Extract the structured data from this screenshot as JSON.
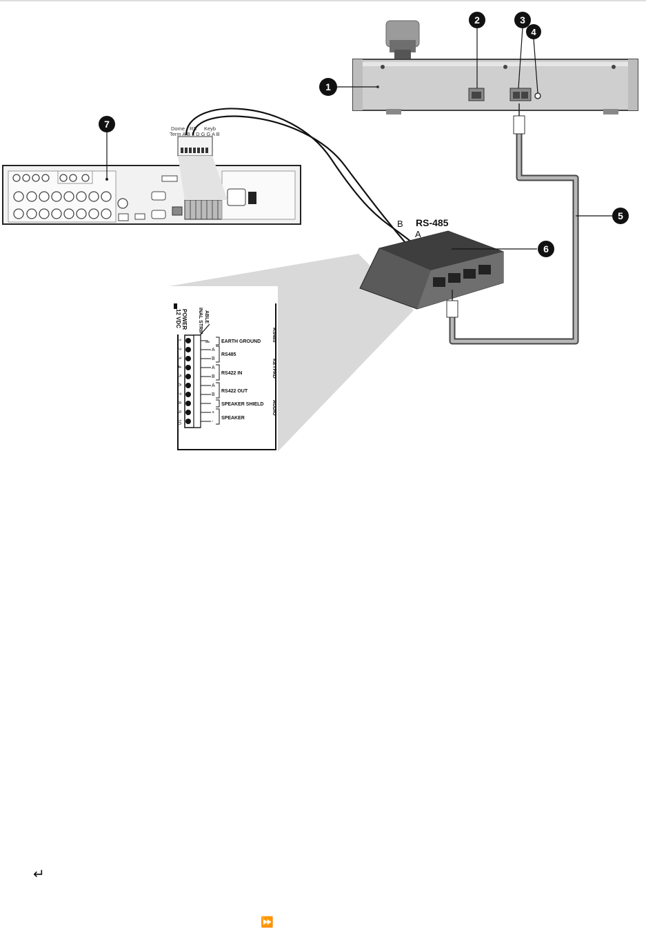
{
  "callouts": [
    {
      "id": "1",
      "label": "1"
    },
    {
      "id": "2",
      "label": "2"
    },
    {
      "id": "3",
      "label": "3"
    },
    {
      "id": "4",
      "label": "4"
    },
    {
      "id": "5",
      "label": "5"
    },
    {
      "id": "6",
      "label": "6"
    },
    {
      "id": "7",
      "label": "7"
    }
  ],
  "cable": {
    "protocol": "RS-485",
    "wire_a": "A",
    "wire_b": "B"
  },
  "dvr_terminal": {
    "label_line1_left": "Dome",
    "label_line1_right": "RS",
    "label_line2": "Term A B L D G G A B",
    "label_keyboard": "Keyb"
  },
  "terminal_strip": {
    "power_label": "POWER",
    "power_voltage": "12 VDC",
    "strip_label_1": "ABLE",
    "strip_label_2": "INAL STRIP",
    "pins": [
      "1",
      "2",
      "3",
      "4",
      "5",
      "6",
      "7",
      "8",
      "9",
      "10"
    ],
    "signals": [
      {
        "label": "EARTH GROUND"
      },
      {
        "label": "RS485",
        "a": "A",
        "b": "B"
      },
      {
        "label": "RS422 IN",
        "a": "A",
        "b": "B"
      },
      {
        "label": "RS422 OUT",
        "a": "A",
        "b": "B"
      },
      {
        "label": "SPEAKER SHIELD"
      },
      {
        "label": "SPEAKER",
        "a": "+",
        "b": "-"
      }
    ],
    "groups": [
      "RS485",
      "KEYPAD",
      "AUDIO"
    ]
  },
  "footer_icons": {
    "return_icon": "return-arrow-icon",
    "return_glyph": "↵",
    "fast_forward_icon": "fast-forward-icon",
    "fast_forward_glyph": "⏩"
  }
}
